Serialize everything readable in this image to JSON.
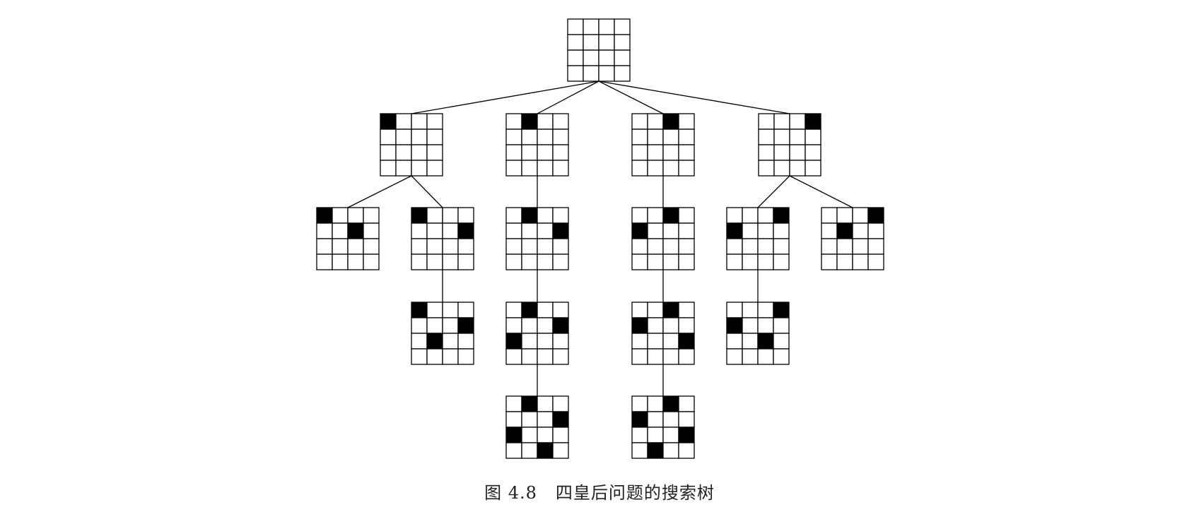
{
  "caption": {
    "figure_number": "图 4.8",
    "title": "四皇后问题的搜索树"
  },
  "board_size": 4,
  "colors": {
    "queen": "#000000",
    "line": "#000000",
    "background": "#ffffff"
  },
  "nodes": [
    {
      "id": "root",
      "parent": null,
      "queens": []
    },
    {
      "id": "a",
      "parent": "root",
      "queens": [
        [
          0,
          0
        ]
      ]
    },
    {
      "id": "b",
      "parent": "root",
      "queens": [
        [
          0,
          1
        ]
      ]
    },
    {
      "id": "c",
      "parent": "root",
      "queens": [
        [
          0,
          2
        ]
      ]
    },
    {
      "id": "d",
      "parent": "root",
      "queens": [
        [
          0,
          3
        ]
      ]
    },
    {
      "id": "a1",
      "parent": "a",
      "queens": [
        [
          0,
          0
        ],
        [
          1,
          2
        ]
      ]
    },
    {
      "id": "a2",
      "parent": "a",
      "queens": [
        [
          0,
          0
        ],
        [
          1,
          3
        ]
      ]
    },
    {
      "id": "b1",
      "parent": "b",
      "queens": [
        [
          0,
          1
        ],
        [
          1,
          3
        ]
      ]
    },
    {
      "id": "c1",
      "parent": "c",
      "queens": [
        [
          0,
          2
        ],
        [
          1,
          0
        ]
      ]
    },
    {
      "id": "d1",
      "parent": "d",
      "queens": [
        [
          0,
          3
        ],
        [
          1,
          0
        ]
      ]
    },
    {
      "id": "d2",
      "parent": "d",
      "queens": [
        [
          0,
          3
        ],
        [
          1,
          1
        ]
      ]
    },
    {
      "id": "a2a",
      "parent": "a2",
      "queens": [
        [
          0,
          0
        ],
        [
          1,
          3
        ],
        [
          2,
          1
        ]
      ]
    },
    {
      "id": "b1a",
      "parent": "b1",
      "queens": [
        [
          0,
          1
        ],
        [
          1,
          3
        ],
        [
          2,
          0
        ]
      ]
    },
    {
      "id": "c1a",
      "parent": "c1",
      "queens": [
        [
          0,
          2
        ],
        [
          1,
          0
        ],
        [
          2,
          3
        ]
      ]
    },
    {
      "id": "d1a",
      "parent": "d1",
      "queens": [
        [
          0,
          3
        ],
        [
          1,
          0
        ],
        [
          2,
          2
        ]
      ]
    },
    {
      "id": "b1aa",
      "parent": "b1a",
      "queens": [
        [
          0,
          1
        ],
        [
          1,
          3
        ],
        [
          2,
          0
        ],
        [
          3,
          2
        ]
      ]
    },
    {
      "id": "c1aa",
      "parent": "c1a",
      "queens": [
        [
          0,
          2
        ],
        [
          1,
          0
        ],
        [
          2,
          3
        ],
        [
          3,
          1
        ]
      ]
    }
  ]
}
